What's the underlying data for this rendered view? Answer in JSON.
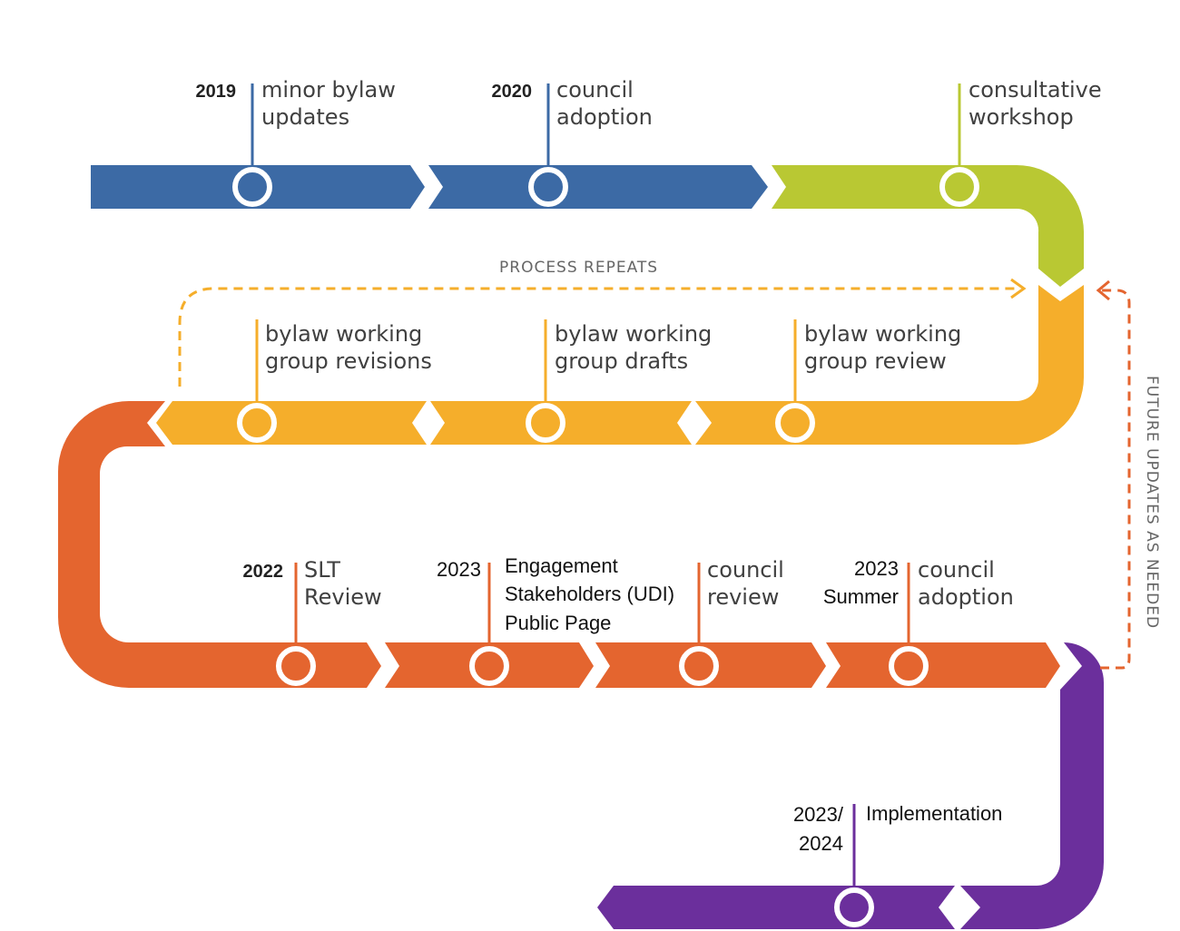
{
  "colors": {
    "phase1": "#3c6aa5",
    "phase2": "#b9c833",
    "phase3": "#f5ae2b",
    "phase4": "#e4652f",
    "phase5": "#6b2f9c",
    "connector": "#e4652f"
  },
  "annotations": {
    "process_repeats": "PROCESS  REPEATS",
    "future_updates": "FUTURE UPDATES AS NEEDED"
  },
  "milestones": {
    "m1": {
      "year": "2019",
      "line1": "minor bylaw",
      "line2": "updates"
    },
    "m2": {
      "year": "2020",
      "line1": "council",
      "line2": "adoption"
    },
    "m3": {
      "line1": "consultative",
      "line2": "workshop"
    },
    "m4": {
      "line1": "bylaw working",
      "line2": "group revisions"
    },
    "m5": {
      "line1": "bylaw working",
      "line2": "group drafts"
    },
    "m6": {
      "line1": "bylaw working",
      "line2": "group review"
    },
    "m7": {
      "year": "2022",
      "line1": "SLT",
      "line2": "Review"
    },
    "m8": {
      "year": "2023",
      "line1": "Engagement",
      "line2": "Stakeholders (UDI)",
      "line3": "Public Page"
    },
    "m9": {
      "line1": "council",
      "line2": "review"
    },
    "m10": {
      "year": "2023",
      "year2": "Summer",
      "line1": "council",
      "line2": "adoption"
    },
    "m11": {
      "year": "2023/",
      "year2": "2024",
      "line1": "Implementation"
    }
  }
}
